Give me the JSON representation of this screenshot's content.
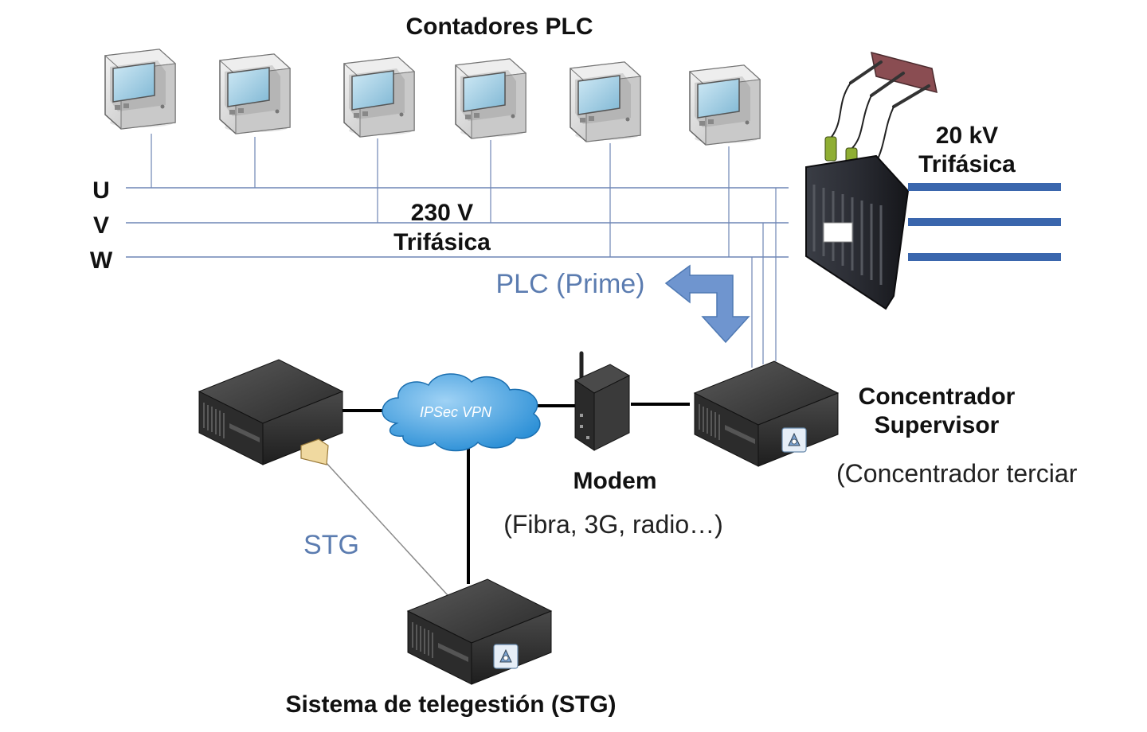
{
  "title": "Contadores PLC",
  "phases": [
    "U",
    "V",
    "W"
  ],
  "low_voltage": {
    "line1": "230 V",
    "line2": "Trifásica"
  },
  "high_voltage": {
    "line1": "20 kV",
    "line2": "Trifásica"
  },
  "plc_label": "PLC (Prime)",
  "vpn_label": "IPSec VPN",
  "modem": {
    "title": "Modem",
    "subtitle": "(Fibra, 3G, radio…)"
  },
  "concentrator": {
    "line1": "Concentrador",
    "line2": "Supervisor",
    "note": "(Concentrador terciar"
  },
  "stg_label": "STG",
  "stg_title": "Sistema de telegestión (STG)",
  "colors": {
    "phase_line": "#6f86b5",
    "hv_line": "#3a66ad",
    "arrow": "#6f95cf",
    "cloud": "#2b8fd6",
    "blue_text": "#5b7cb0"
  }
}
